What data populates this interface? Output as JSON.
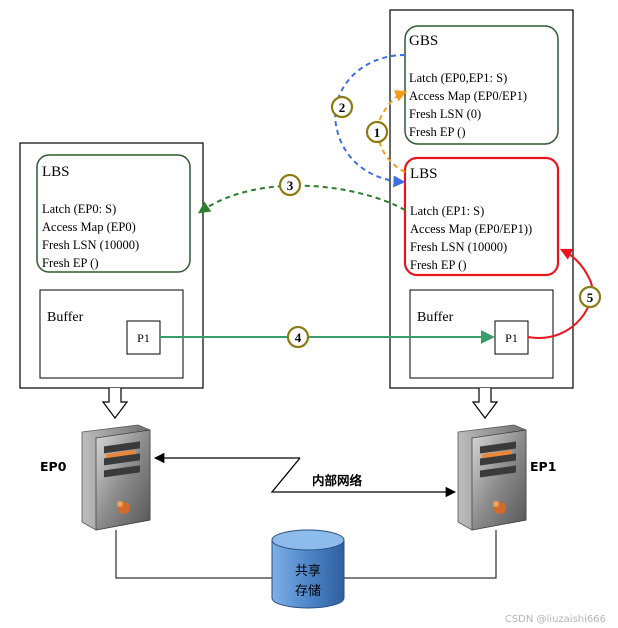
{
  "left_node": {
    "lbs": {
      "title": "LBS",
      "lines": [
        "Latch (EP0: S)",
        "Access Map (EP0)",
        "Fresh LSN (10000)",
        "Fresh EP ()"
      ]
    },
    "buffer": {
      "title": "Buffer",
      "page": "P1"
    },
    "server_label": "EP0"
  },
  "right_node": {
    "gbs": {
      "title": "GBS",
      "lines": [
        "Latch (EP0,EP1: S)",
        "Access Map (EP0/EP1)",
        "Fresh LSN (0)",
        "Fresh EP ()"
      ]
    },
    "lbs": {
      "title": "LBS",
      "lines": [
        "Latch (EP1: S)",
        "Access Map (EP0/EP1))",
        "Fresh LSN (10000)",
        "Fresh EP ()"
      ]
    },
    "buffer": {
      "title": "Buffer",
      "page": "P1"
    },
    "server_label": "EP1"
  },
  "steps": [
    "1",
    "2",
    "3",
    "4",
    "5"
  ],
  "network_label": "内部网络",
  "storage_label": [
    "共享",
    "存储"
  ],
  "watermark": "CSDN @liuzaishi666",
  "colors": {
    "green_box": "#2f5a2f",
    "red_box": "#e8161c",
    "orange_arrow": "#f39c1e",
    "blue_arrow": "#3f6fe3",
    "green_arrow": "#2c7d2c",
    "teal_arrow": "#3a9c6b",
    "badge_ring": "#8c7a12",
    "storage_fill": "#5b93d4"
  },
  "icons": [
    "server-tower-icon",
    "storage-cylinder-icon",
    "lightning-link-icon"
  ]
}
